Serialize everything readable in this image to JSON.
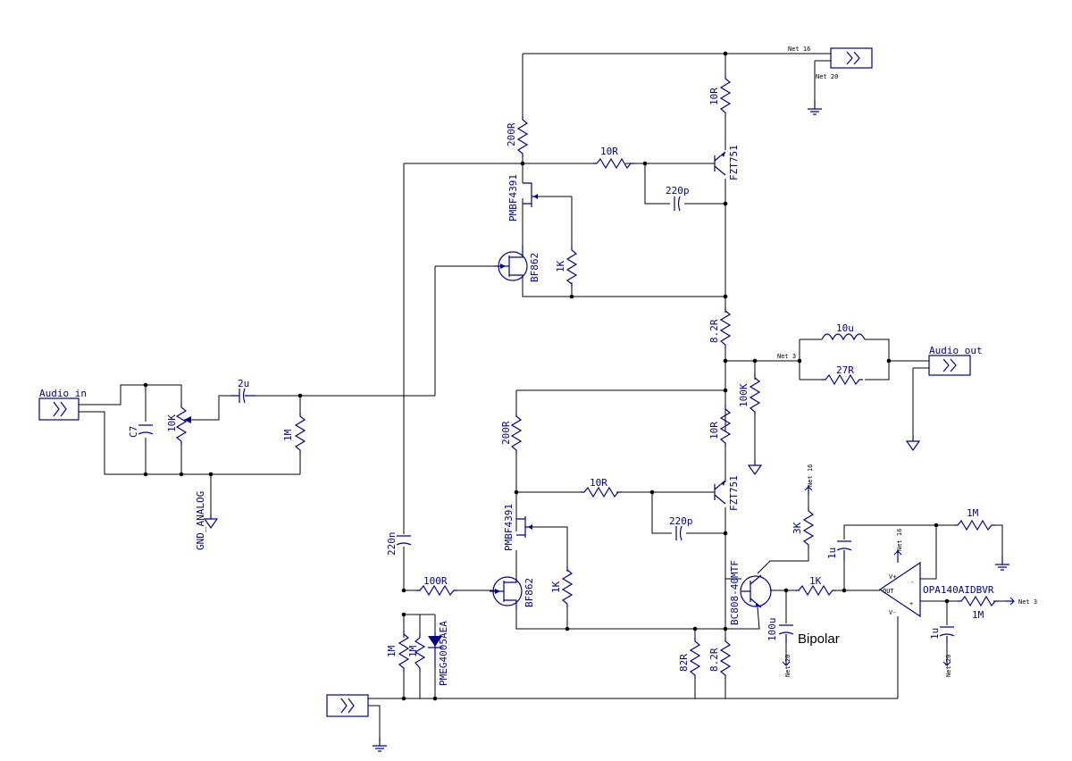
{
  "labels": {
    "audio_in": "Audio_in",
    "audio_out": "Audio out",
    "gnd_analog": "GND_ANALOG",
    "bipolar": "Bipolar",
    "c7": "C7",
    "pot_10k": "10K",
    "cap_2u": "2u",
    "res_1m_in": "1M",
    "res_200r_top": "200R",
    "res_10r_vert_top": "10R",
    "res_10r_top": "10R",
    "fzt751_top": "FZT751",
    "cap_220p_top": "220p",
    "pmbf4391_top": "PMBF4391",
    "bf862_top": "BF862",
    "res_1k_top": "1K",
    "res_8_2r_mid": "8.2R",
    "ind_10u": "10u",
    "res_27r": "27R",
    "res_100k": "100K",
    "res_200r_bot": "200R",
    "res_10r_vert_bot": "10R",
    "res_10r_bot": "10R",
    "fzt751_bot": "FZT751",
    "cap_220p_bot": "220p",
    "pmbf4391_bot": "PMBF4391",
    "bf862_bot": "BF862",
    "res_1k_bot": "1K",
    "cap_220n": "220n",
    "res_100r": "100R",
    "res_1m_a": "1M",
    "res_1m_b": "1M",
    "diode": "PMEG4005AEA",
    "res_82r": "82R",
    "res_8_2r_bot": "8.2R",
    "bc": "BC808-40MTF",
    "res_3k": "3K",
    "res_1k_op": "1K",
    "cap_100u": "100u",
    "cap_1u_a": "1u",
    "cap_1u_b": "1u",
    "opamp": "OPA140AIDBVR",
    "res_1m_fb": "1M",
    "res_1m_out": "1M",
    "net16": "Net 16",
    "net20": "Net 20",
    "net3": "Net 3",
    "net16b": "Net 16",
    "net16c": "Net 16",
    "net20b": "Net 20",
    "net20c": "Net 20",
    "net3b": "Net 3",
    "op_vplus": "V+",
    "op_vminus": "V-",
    "op_out": "OUT",
    "op_minus": "-",
    "op_plus": "+"
  }
}
